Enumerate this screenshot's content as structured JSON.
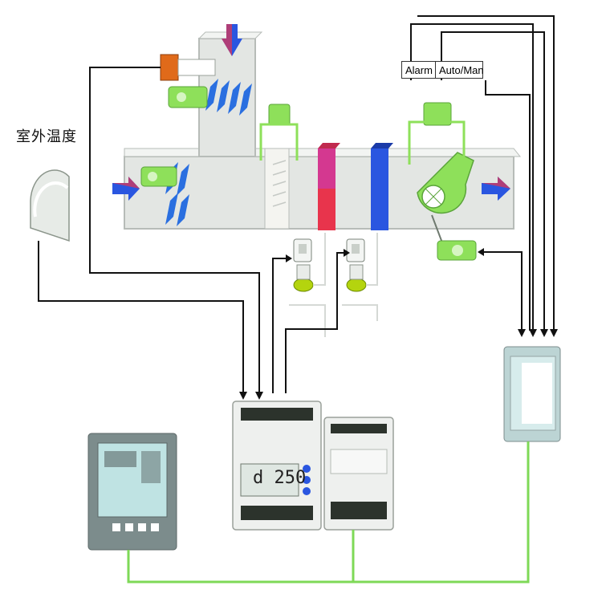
{
  "labels": {
    "outdoor_temp": "室外温度",
    "alarm": "Alarm",
    "auto_man": "Auto/Man",
    "controller_display": "d 250"
  },
  "colors": {
    "duct": "#d9ddd9",
    "duct_edge": "#b7bcb8",
    "signal_wire": "#111111",
    "bus_wire": "#7ed957",
    "heating_coil": "#e8344c",
    "cooling_coil": "#2a56e0",
    "fan": "#8ee05a",
    "damper_blade": "#2a6fe0",
    "actuator": "#8ee05a",
    "sensor_orange": "#e06a1a",
    "hmi_frame": "#7c8c8c",
    "hmi_screen": "#bfe3e3"
  },
  "icons": [
    "outdoor-temperature-sensor-icon",
    "duct-temperature-sensor-icon",
    "damper-actuator-icon",
    "supply-fan-icon",
    "heating-coil-icon",
    "cooling-coil-icon",
    "valve-actuator-icon",
    "airflow-arrow-icon",
    "controller-icon",
    "io-module-icon",
    "touch-panel-icon",
    "room-unit-icon"
  ]
}
